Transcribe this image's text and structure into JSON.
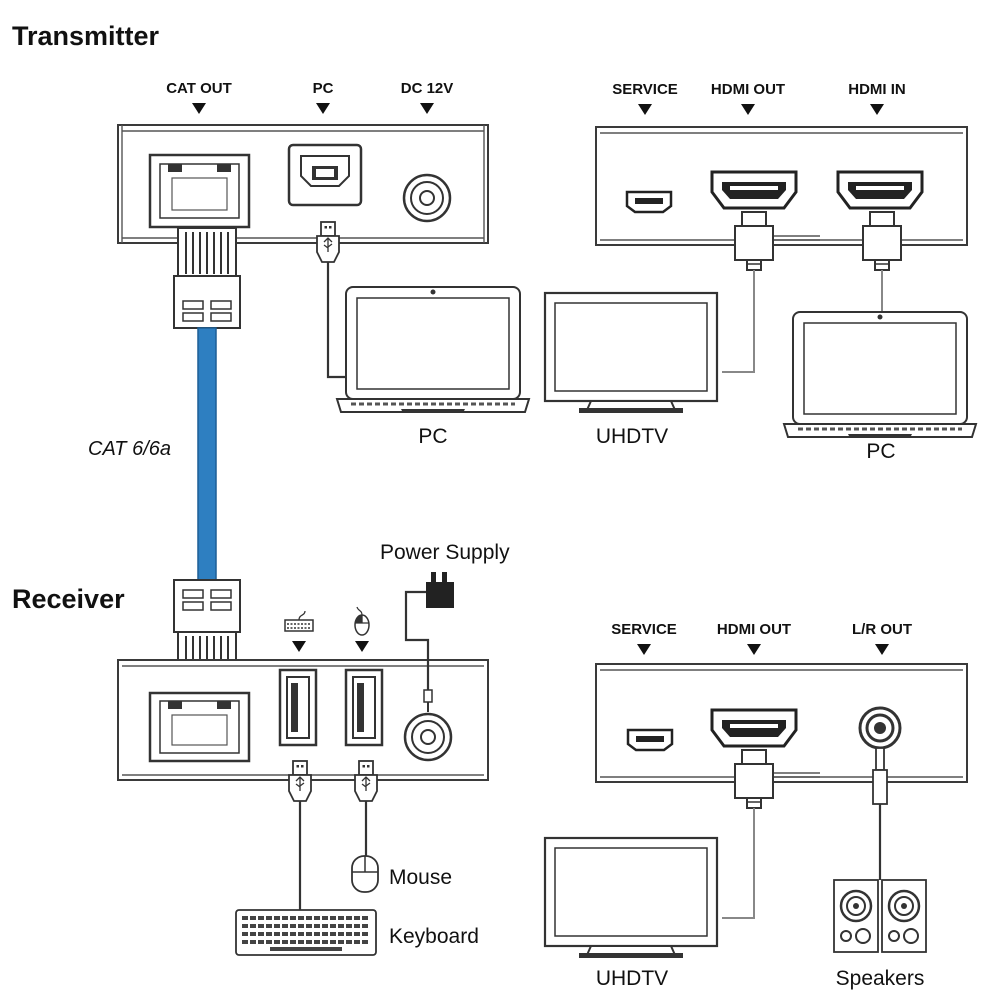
{
  "transmitter": {
    "title": "Transmitter",
    "front_ports": [
      "CAT OUT",
      "PC",
      "DC 12V"
    ],
    "rear_ports": [
      "SERVICE",
      "HDMI OUT",
      "HDMI IN"
    ],
    "devices": {
      "pc_usb": "PC",
      "tv": "UHDTV",
      "pc_hdmi": "PC"
    }
  },
  "cable": {
    "label": "CAT 6/6a"
  },
  "receiver": {
    "title": "Receiver",
    "power_label": "Power Supply",
    "rear_ports": [
      "SERVICE",
      "HDMI OUT",
      "L/R OUT"
    ],
    "devices": {
      "mouse": "Mouse",
      "keyboard": "Keyboard",
      "tv": "UHDTV",
      "speakers": "Speakers"
    }
  },
  "colors": {
    "cat_cable": "#2e7fc1",
    "outline": "#3a3a3a"
  },
  "icons": [
    "arrow-down-icon",
    "rj45-port-icon",
    "usb-b-port-icon",
    "dc-jack-icon",
    "micro-usb-port-icon",
    "hdmi-port-icon",
    "usb-a-port-icon",
    "audio-jack-icon",
    "keyboard-icon",
    "mouse-icon",
    "power-adapter-icon",
    "laptop-icon",
    "tv-icon",
    "speakers-icon"
  ]
}
